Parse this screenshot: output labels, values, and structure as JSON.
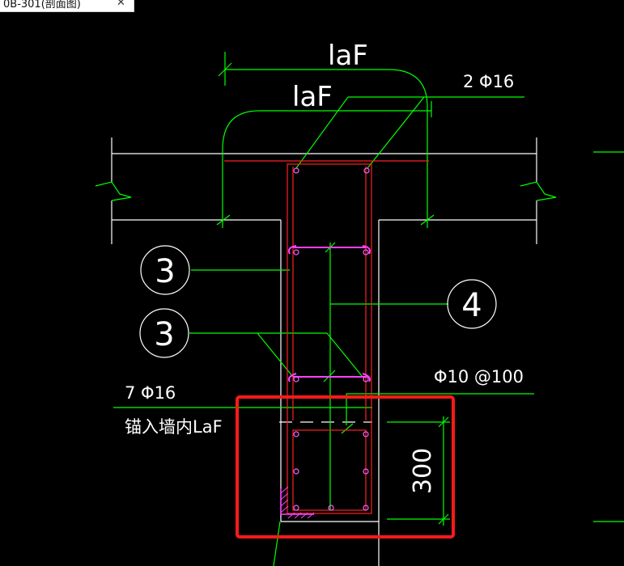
{
  "tab": {
    "title": "0B-301(剖面图)",
    "close_icon": "close-icon"
  },
  "drawing": {
    "labels": {
      "laf_upper": "laF",
      "laf_lower": "laF",
      "top_bars": "2 Φ16",
      "stirrup_spec": "Φ10 @100",
      "bottom_bars": "7 Φ16",
      "anchor_note": "锚入墙内LaF",
      "dimension": "300"
    },
    "callouts": [
      {
        "id": "callout-3-upper",
        "label": "3"
      },
      {
        "id": "callout-3-lower",
        "label": "3"
      },
      {
        "id": "callout-4",
        "label": "4"
      }
    ],
    "colors": {
      "background": "#000000",
      "outline": "#ffffff",
      "leader": "#00ff00",
      "rebar": "#ff0000",
      "stirrup": "#ff00ff",
      "dots": "#ff60ff",
      "highlight": "#ff0000"
    }
  }
}
